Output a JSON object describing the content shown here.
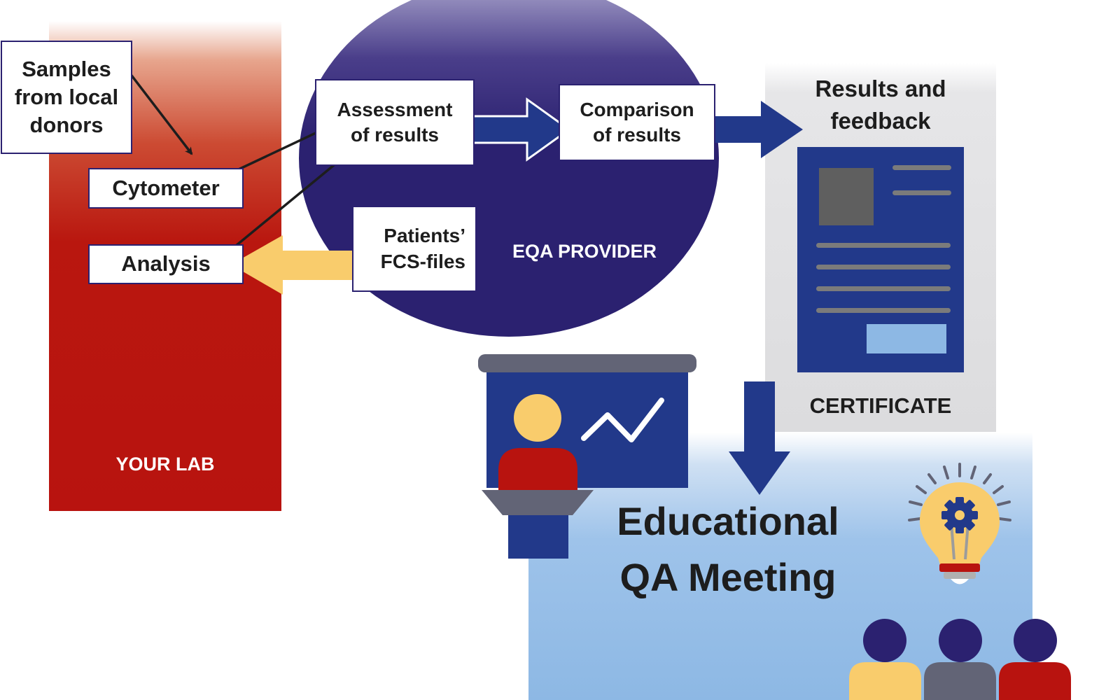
{
  "colors": {
    "lab_red": "#b8130f",
    "eqa_navy": "#2b2170",
    "arrow_blue": "#22398a",
    "arrow_yellow": "#f9cc6c",
    "certificate_gray": "#e2e2e4",
    "meeting_blue": "#8db8e4",
    "box_border": "#2b2170"
  },
  "lab": {
    "label": "YOUR LAB",
    "samples": "Samples\nfrom local\ndonors",
    "cytometer": "Cytometer",
    "analysis": "Analysis"
  },
  "eqa": {
    "label": "EQA PROVIDER",
    "assessment": "Assessment\nof results",
    "comparison": "Comparison\nof results",
    "fcs_files": "Patients’\nFCS-files"
  },
  "certificate": {
    "heading": "Results and\nfeedback",
    "label": "CERTIFICATE"
  },
  "meeting": {
    "title_line1": "Educational",
    "title_line2": "QA Meeting"
  },
  "icons": [
    "document-icon",
    "presenter-icon",
    "presentation-board-icon",
    "trend-chart-icon",
    "lightbulb-icon",
    "gear-icon",
    "audience-icon"
  ]
}
